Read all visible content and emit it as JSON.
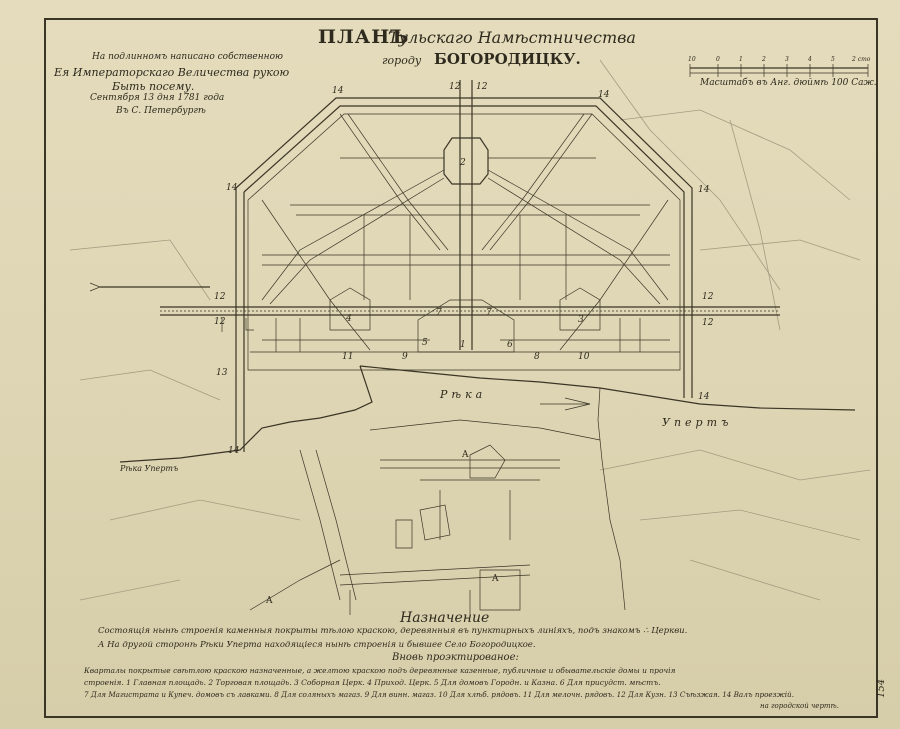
{
  "title": {
    "line1_a": "ПЛАНЪ",
    "line1_b": "Тульскаго Намѣстничества",
    "line2_a": "городу",
    "line2_b": "БОГОРОДИЦКУ."
  },
  "approval": {
    "line1": "На подлинномъ написано собственною",
    "line2": "Ея Императорскаго Величества рукою",
    "line3": "Быть посему.",
    "line4": "Сентября 13 дня 1781 года",
    "line5": "Въ С. Петербургѣ"
  },
  "scale": {
    "label": "Масштабъ въ Анг. дюймѣ 100 Саж.",
    "ticks": [
      "10",
      "0",
      "1",
      "2",
      "3",
      "4",
      "5",
      "2 сто"
    ]
  },
  "river": {
    "label_a": "Рѣка",
    "label_b": "Упертъ",
    "label_c": "Рѣка Упертъ"
  },
  "markers": [
    "A",
    "A",
    "A"
  ],
  "block_numbers": [
    {
      "id": "n12a",
      "text": "12"
    },
    {
      "id": "n12b",
      "text": "12"
    },
    {
      "id": "n14a",
      "text": "14"
    },
    {
      "id": "n14b",
      "text": "14"
    },
    {
      "id": "n14c",
      "text": "14"
    },
    {
      "id": "n14d",
      "text": "14"
    },
    {
      "id": "n14e",
      "text": "14"
    },
    {
      "id": "n14f",
      "text": "14"
    },
    {
      "id": "n12c",
      "text": "12"
    },
    {
      "id": "n12d",
      "text": "12"
    },
    {
      "id": "n12e",
      "text": "12"
    },
    {
      "id": "n12f",
      "text": "12"
    },
    {
      "id": "n2",
      "text": "2"
    },
    {
      "id": "n4",
      "text": "4"
    },
    {
      "id": "n3",
      "text": "3"
    },
    {
      "id": "n7a",
      "text": "7"
    },
    {
      "id": "n7b",
      "text": "7"
    },
    {
      "id": "n5",
      "text": "5"
    },
    {
      "id": "n1",
      "text": "1"
    },
    {
      "id": "n6",
      "text": "6"
    },
    {
      "id": "n11",
      "text": "11"
    },
    {
      "id": "n9",
      "text": "9"
    },
    {
      "id": "n8",
      "text": "8"
    },
    {
      "id": "n10",
      "text": "10"
    },
    {
      "id": "n13",
      "text": "13"
    }
  ],
  "legend": {
    "title": "Назначение",
    "line1": "Состоящія нынѣ строенія каменныя покрыты тѣлою краскою, деревянныя въ пунктирныхъ линіяхъ, подъ знакомъ ∴ Церкви.",
    "line2": "А На другой сторонѣ Рѣки Уперта находящіеся нынѣ строенія и бывшее Село Богородицкое.",
    "line3": "Вновь проэктированое:",
    "line4": "Кварталы покрытые свѣтлою краскою назначенные, а желтою краскою подъ деревянные казенные, публичные и обывательскіе домы и прочія",
    "line5": "строенія. 1 Главная площадь. 2 Торговая площадь. 3 Соборная Церк. 4 Приход. Церк. 5 Для домовъ Городн. и Казна. 6 Для присудст. мѣстъ.",
    "line6": "7 Для Магистрата и Купеч. домовъ съ лавками. 8 Для соляныхъ магаз. 9 Для винн. магаз. 10 Для хлѣб. рядовъ. 11 Для мелочн. рядовъ. 12 Для Кузн. 13 Съѣзжая. 14 Валъ проезжій.",
    "line7": "на городской чертѣ."
  },
  "page_number": "154"
}
